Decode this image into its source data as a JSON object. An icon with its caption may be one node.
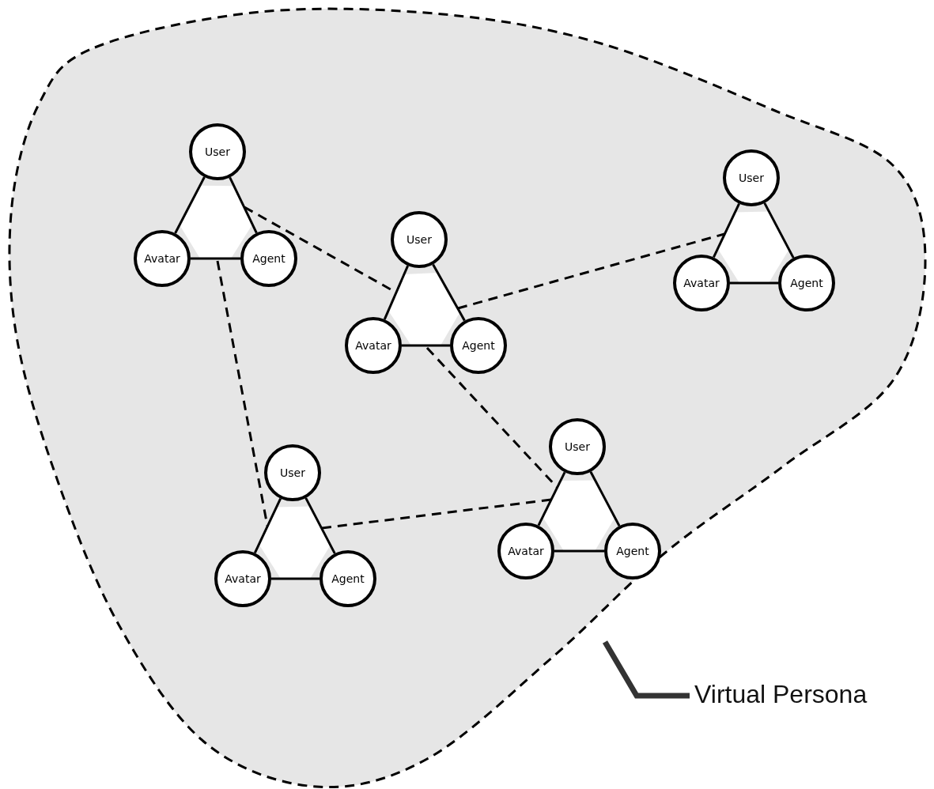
{
  "diagram": {
    "nodes": [
      {
        "text": [],
        "shape": "cloud"
      },
      {
        "text": [],
        "shape": "triangle",
        "in": 0
      },
      {
        "text": [
          "User"
        ],
        "in": 0
      },
      {
        "text": [
          "Avatar"
        ],
        "in": 0
      },
      {
        "text": [
          "Agent"
        ],
        "in": 0
      },
      {
        "text": [],
        "shape": "triangle",
        "in": 0
      },
      {
        "text": [
          "User"
        ],
        "in": 0
      },
      {
        "text": [
          "Avatar"
        ],
        "in": 0
      },
      {
        "text": [
          "Agent"
        ],
        "in": 0
      },
      {
        "text": [],
        "shape": "triangle",
        "in": 0
      },
      {
        "text": [
          "User"
        ],
        "in": 0
      },
      {
        "text": [
          "Avatar"
        ],
        "in": 0
      },
      {
        "text": [
          "Agent"
        ],
        "in": 0
      },
      {
        "text": [],
        "shape": "triangle",
        "in": 0
      },
      {
        "text": [
          "User"
        ],
        "in": 0
      },
      {
        "text": [
          "Avatar"
        ],
        "in": 0
      },
      {
        "text": [
          "Agent"
        ],
        "in": 0
      },
      {
        "text": [],
        "shape": "triangle",
        "in": 0
      },
      {
        "text": [
          "User"
        ],
        "in": 0
      },
      {
        "text": [
          "Avatar"
        ],
        "in": 0
      },
      {
        "text": [
          "Agent"
        ],
        "in": 0
      },
      {
        "text": [
          "Virtual Persona"
        ]
      }
    ],
    "edges": [
      {
        "from": 2,
        "to": 3,
        "arrow": "none"
      },
      {
        "from": 2,
        "to": 4,
        "arrow": "none"
      },
      {
        "from": 3,
        "to": 4,
        "arrow": "none"
      },
      {
        "from": 6,
        "to": 7,
        "arrow": "none"
      },
      {
        "from": 6,
        "to": 8,
        "arrow": "none"
      },
      {
        "from": 7,
        "to": 8,
        "arrow": "none"
      },
      {
        "from": 10,
        "to": 11,
        "arrow": "none"
      },
      {
        "from": 10,
        "to": 12,
        "arrow": "none"
      },
      {
        "from": 11,
        "to": 12,
        "arrow": "none"
      },
      {
        "from": 14,
        "to": 15,
        "arrow": "none"
      },
      {
        "from": 14,
        "to": 16,
        "arrow": "none"
      },
      {
        "from": 15,
        "to": 16,
        "arrow": "none"
      },
      {
        "from": 18,
        "to": 19,
        "arrow": "none"
      },
      {
        "from": 18,
        "to": 20,
        "arrow": "none"
      },
      {
        "from": 19,
        "to": 20,
        "arrow": "none"
      },
      {
        "from": 1,
        "to": 5,
        "arrow": "none",
        "style": "dashed"
      },
      {
        "from": 1,
        "to": 13,
        "arrow": "none",
        "style": "dashed"
      },
      {
        "from": 5,
        "to": 9,
        "arrow": "none",
        "style": "dashed"
      },
      {
        "from": 5,
        "to": 17,
        "arrow": "none",
        "style": "dashed"
      },
      {
        "from": 13,
        "to": 17,
        "arrow": "none",
        "style": "dashed"
      },
      {
        "from": 21,
        "to": 0,
        "arrow": "none",
        "style": "thick",
        "color": "#333333"
      }
    ]
  }
}
